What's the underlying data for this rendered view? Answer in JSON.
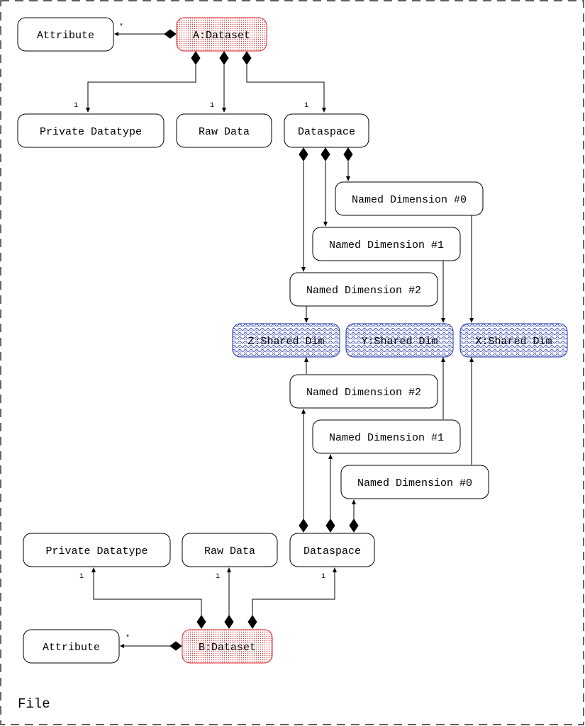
{
  "frame": {
    "label": "File"
  },
  "colors": {
    "dataset_stroke": "#dd2222",
    "dataset_fill": "#f6dede",
    "shared_stroke": "#2233aa",
    "shared_fill": "#dde1f4"
  },
  "nodes": {
    "a_attribute": "Attribute",
    "a_dataset": "A:Dataset",
    "a_private_datatype": "Private Datatype",
    "a_raw_data": "Raw Data",
    "a_dataspace": "Dataspace",
    "a_named_dim_0": "Named Dimension #0",
    "a_named_dim_1": "Named Dimension #1",
    "a_named_dim_2": "Named Dimension #2",
    "z_shared_dim": "Z:Shared Dim",
    "y_shared_dim": "Y:Shared Dim",
    "x_shared_dim": "X:Shared Dim",
    "b_named_dim_2": "Named Dimension #2",
    "b_named_dim_1": "Named Dimension #1",
    "b_named_dim_0": "Named Dimension #0",
    "b_private_datatype": "Private Datatype",
    "b_raw_data": "Raw Data",
    "b_dataspace": "Dataspace",
    "b_attribute": "Attribute",
    "b_dataset": "B:Dataset"
  },
  "multiplicities": {
    "a_attribute": "*",
    "a_private_datatype": "1",
    "a_raw_data": "1",
    "a_dataspace": "1",
    "b_private_datatype": "1",
    "b_raw_data": "1",
    "b_dataspace": "1",
    "b_attribute": "*"
  }
}
